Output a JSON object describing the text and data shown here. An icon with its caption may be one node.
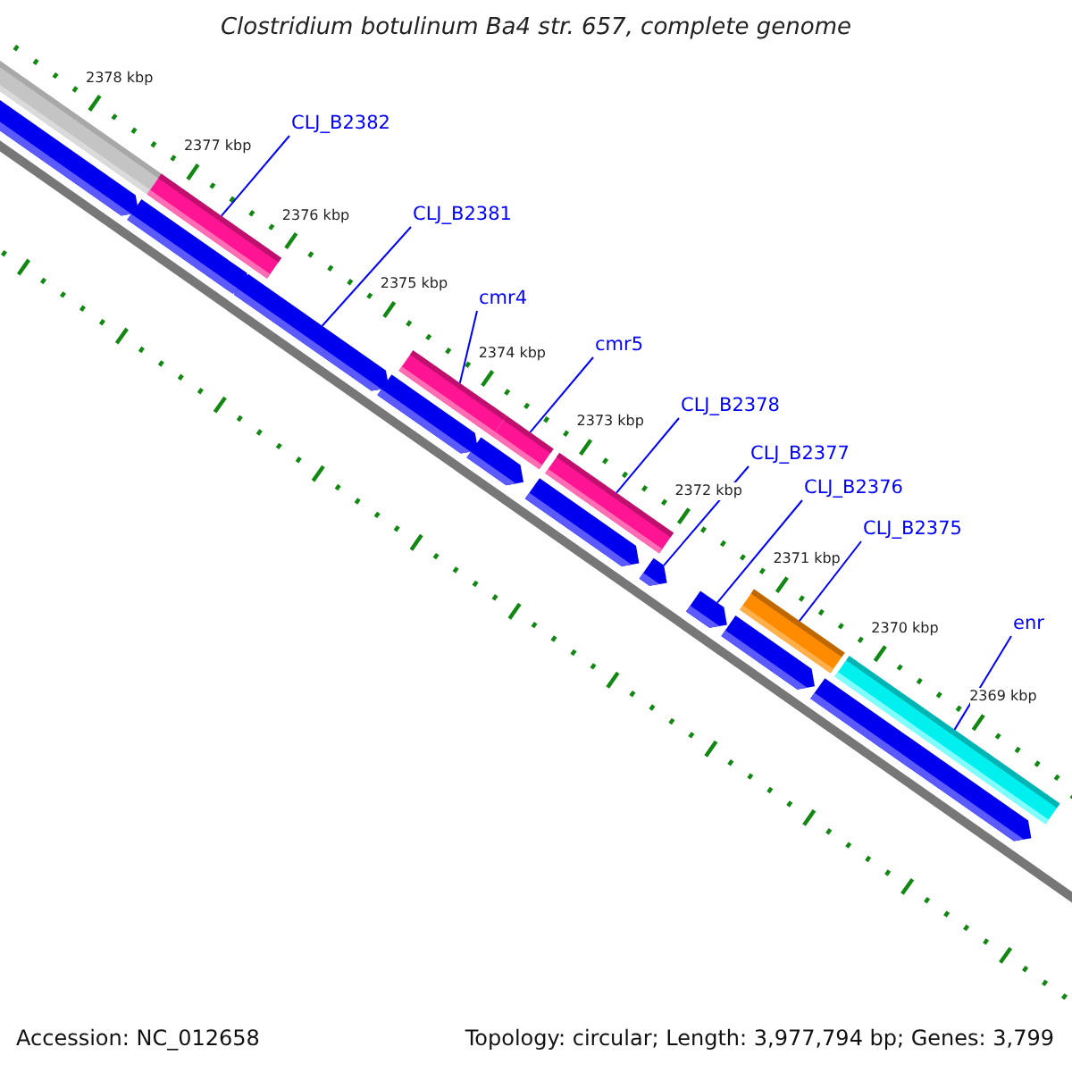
{
  "diagram": {
    "title": "Clostridium botulinum Ba4 str. 657, complete genome",
    "nodes": [
      {
        "text": [],
        "shape": "bar"
      },
      {
        "text": [],
        "shape": "arrow"
      },
      {
        "text": [],
        "shape": "bar"
      },
      {
        "text": [],
        "shape": "arrow"
      },
      {
        "text": [],
        "shape": "arrow"
      },
      {
        "text": [],
        "shape": "bar"
      },
      {
        "text": [],
        "shape": "arrow"
      },
      {
        "text": [],
        "shape": "bar"
      },
      {
        "text": [],
        "shape": "arrow"
      },
      {
        "text": [],
        "shape": "bar"
      },
      {
        "text": [],
        "shape": "arrow"
      },
      {
        "text": [],
        "shape": "arrow"
      },
      {
        "text": [],
        "shape": "arrow"
      },
      {
        "text": [],
        "shape": "arrow"
      },
      {
        "text": [],
        "shape": "bar"
      },
      {
        "text": [],
        "shape": "arrow"
      },
      {
        "text": [],
        "shape": "bar"
      },
      {
        "text": [
          "CLJ_B2382"
        ]
      },
      {
        "text": [
          "CLJ_B2381"
        ]
      },
      {
        "text": [
          "cmr4"
        ]
      },
      {
        "text": [
          "cmr5"
        ]
      },
      {
        "text": [
          "CLJ_B2378"
        ]
      },
      {
        "text": [
          "CLJ_B2377"
        ]
      },
      {
        "text": [
          "CLJ_B2376"
        ]
      },
      {
        "text": [
          "CLJ_B2375"
        ]
      },
      {
        "text": [
          "enr"
        ]
      }
    ],
    "edges": [
      {
        "from": 17,
        "to": 2,
        "arrow": "none"
      },
      {
        "from": 18,
        "to": 4,
        "arrow": "none"
      },
      {
        "from": 19,
        "to": 5,
        "arrow": "none"
      },
      {
        "from": 20,
        "to": 7,
        "arrow": "none"
      },
      {
        "from": 21,
        "to": 9,
        "arrow": "none"
      },
      {
        "from": 22,
        "to": 11,
        "arrow": "none"
      },
      {
        "from": 23,
        "to": 12,
        "arrow": "none"
      },
      {
        "from": 24,
        "to": 14,
        "arrow": "none"
      },
      {
        "from": 25,
        "to": 16,
        "arrow": "none"
      }
    ],
    "labels": [
      "2378 kbp",
      "2377 kbp",
      "2376 kbp",
      "2375 kbp",
      "2374 kbp",
      "2373 kbp",
      "2372 kbp",
      "2371 kbp",
      "2370 kbp",
      "2369 kbp",
      "Accession: NC_012658",
      "Topology: circular; Length: 3,977,794 bp; Genes: 3,799"
    ]
  }
}
